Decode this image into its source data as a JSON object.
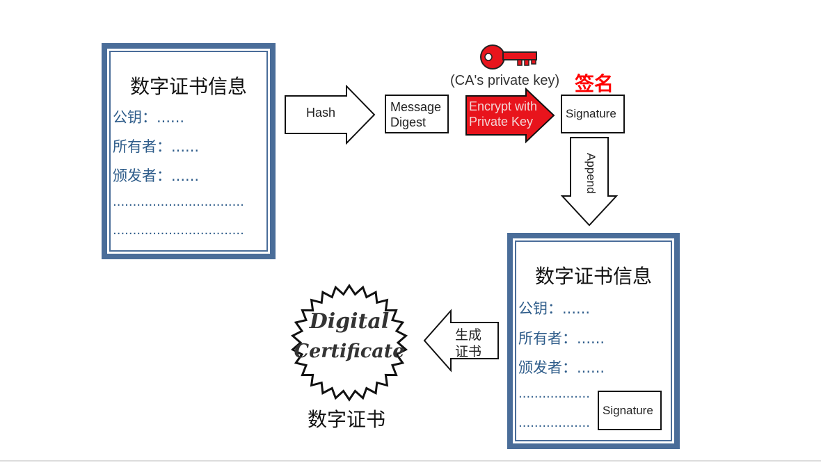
{
  "cert_info_box": {
    "title": "数字证书信息",
    "lines": [
      "公钥：......",
      "所有者：......",
      "颁发者：......"
    ],
    "dots": [
      ".................................",
      "................................."
    ]
  },
  "signed_cert_box": {
    "title": "数字证书信息",
    "lines": [
      "公钥：......",
      "所有者：......",
      "颁发者：......"
    ],
    "dots": [
      "..................",
      ".................."
    ],
    "signature_label": "Signature"
  },
  "hash_arrow": {
    "label": "Hash"
  },
  "message_digest": {
    "line1": "Message",
    "line2": "Digest"
  },
  "key": {
    "caption": "(CA's private key)"
  },
  "sign_label": "签名",
  "encrypt_arrow": {
    "line1": "Encrypt with",
    "line2": "Private Key"
  },
  "signature_box": {
    "label": "Signature"
  },
  "append_arrow": {
    "label": "Append"
  },
  "generate_arrow": {
    "line1": "生成",
    "line2": "证书"
  },
  "seal": {
    "line1": "Digital",
    "line2": "Certificate"
  },
  "digital_certificate_label": "数字证书",
  "colors": {
    "box_blue": "#4a6d99",
    "text_blue": "#2e5c8a",
    "key_red": "#e8141c",
    "sign_red": "#ff0000"
  }
}
